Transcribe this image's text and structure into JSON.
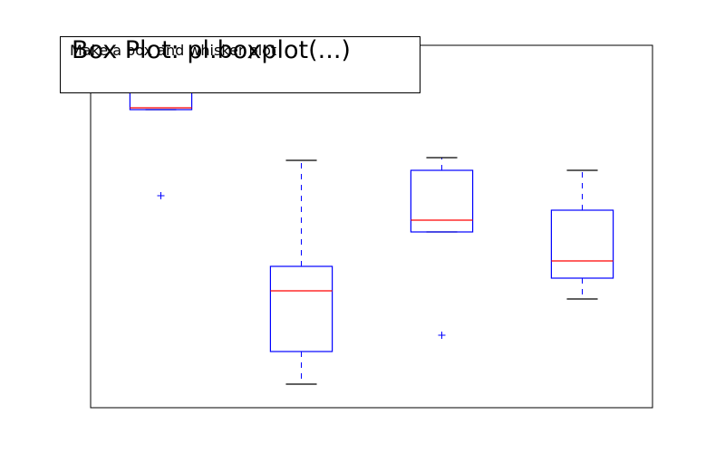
{
  "chart_data": {
    "type": "box",
    "title": "Box Plot:   pl.boxplot(...)",
    "subtitle": "Make a box and whisker plot",
    "xlabel": "",
    "ylabel": "",
    "ylim": [
      0,
      400
    ],
    "xlim": [
      0.5,
      4.5
    ],
    "axis_ticks": false,
    "grid": false,
    "colors": {
      "box": "#0000ff",
      "median": "#ff0000",
      "whisker": "#0000ff",
      "cap": "#000000",
      "flier": "#0000ff"
    },
    "boxes": [
      {
        "position": 1,
        "whisker_low": 329,
        "q1": 329,
        "median": 331,
        "q3": 348,
        "whisker_high": 370,
        "fliers": [
          234
        ]
      },
      {
        "position": 2,
        "whisker_low": 26,
        "q1": 62,
        "median": 129,
        "q3": 156,
        "whisker_high": 273,
        "fliers": []
      },
      {
        "position": 3,
        "whisker_low": 194,
        "q1": 194,
        "median": 207,
        "q3": 262,
        "whisker_high": 276,
        "fliers": [
          80
        ]
      },
      {
        "position": 4,
        "whisker_low": 120,
        "q1": 143,
        "median": 162,
        "q3": 218,
        "whisker_high": 262,
        "fliers": []
      }
    ]
  }
}
